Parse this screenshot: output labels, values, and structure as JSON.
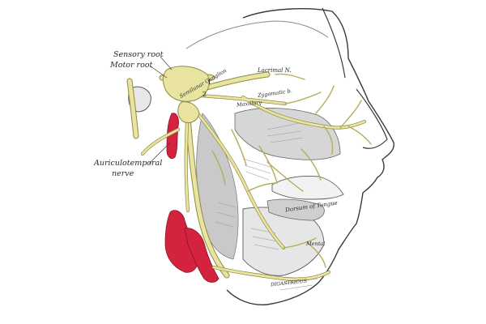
{
  "figure": {
    "labels": {
      "sensory_root": "Sensory root",
      "motor_root": "Motor root",
      "auriculotemporal_line1": "Auriculotemporal",
      "auriculotemporal_line2": "nerve",
      "lacrimal": "Lacrimal N.",
      "zygomatic": "Zygomatic b.",
      "maxillary": "Maxillary",
      "semilunar_ganglion": "Semilunar Ganglion",
      "dorsum_of_tongue": "Dorsum of Tongue",
      "mental": "Mental",
      "digastricus": "DIGASTRICUS",
      "num_1": "1",
      "num_2": "2"
    },
    "colors": {
      "nerve": "#e9e4a0",
      "nerve_outline": "#8f8a45",
      "artery": "#d3233e",
      "artery_dark": "#8a1426",
      "line_art": "#3a3a3a",
      "shading": "#bdbdbd"
    }
  }
}
